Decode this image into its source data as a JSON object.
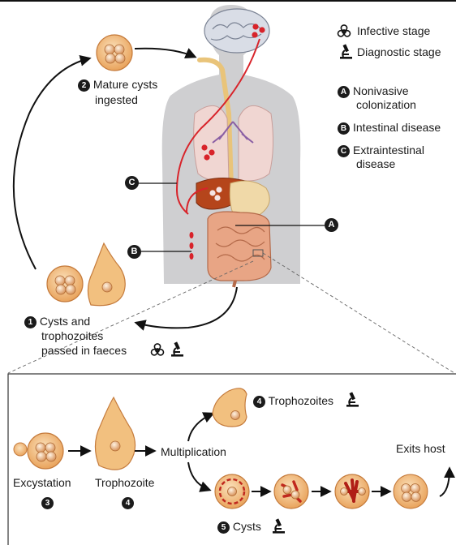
{
  "legend": {
    "infective": "Infective stage",
    "diagnostic": "Diagnostic stage",
    "a_letter": "A",
    "a_text_1": "Nonivasive",
    "a_text_2": "colonization",
    "b_letter": "B",
    "b_text": "Intestinal disease",
    "c_letter": "C",
    "c_text_1": "Extraintestinal",
    "c_text_2": "disease"
  },
  "steps": {
    "mature_num": "2",
    "mature_1": "Mature cysts",
    "mature_2": "ingested",
    "passed_num": "1",
    "passed_1": "Cysts and",
    "passed_2": "trophozoites",
    "passed_3": "passed in faeces",
    "tropho_num": "4",
    "tropho_label": "Trophozoites",
    "cysts_num": "5",
    "cysts_label": "Cysts",
    "excystation": "Excystation",
    "excystation_num": "3",
    "trophozoite": "Trophozoite",
    "trophozoite_num": "4",
    "multiplication": "Multiplication",
    "exits_host": "Exits host"
  },
  "body_markers": {
    "a": "A",
    "b": "B",
    "c": "C"
  },
  "colors": {
    "cyst": "#f3c48a",
    "trophozoite": "#f2c07f",
    "body": "#cfcfd1",
    "red": "#d8232a",
    "intestine": "#e8a585",
    "liver": "#b5451b",
    "lung": "#f0d6d2",
    "brain": "#d9dde6"
  },
  "icons": {
    "infective": "biohazard-icon",
    "diagnostic": "microscope-icon"
  }
}
